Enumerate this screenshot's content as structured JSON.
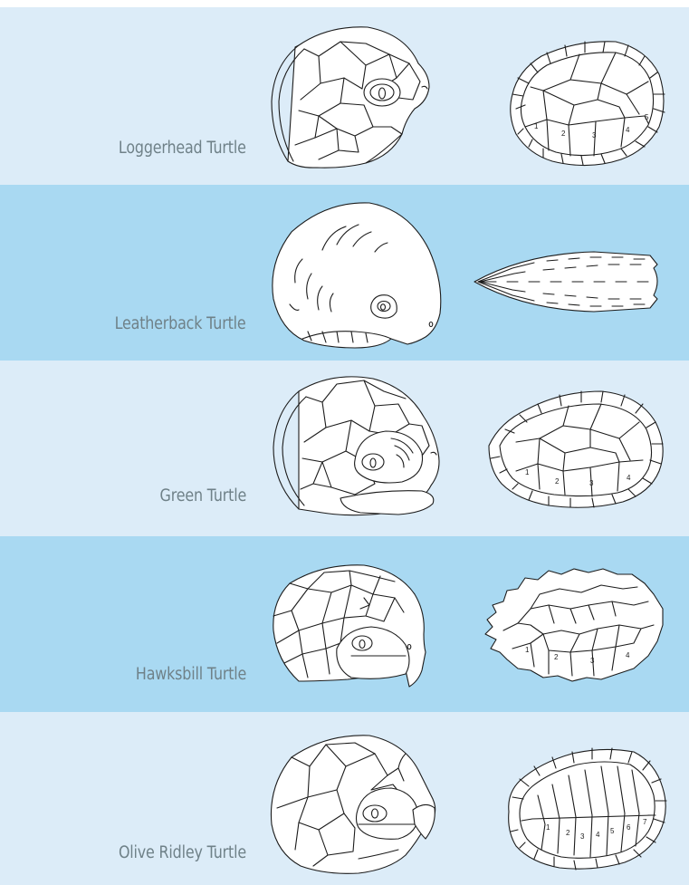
{
  "figure": {
    "rows": [
      {
        "name": "Loggerhead Turtle",
        "scute_labels": [
          "1",
          "2",
          "3",
          "4",
          "5"
        ]
      },
      {
        "name": "Leatherback Turtle",
        "scute_labels": []
      },
      {
        "name": "Green Turtle",
        "scute_labels": [
          "1",
          "2",
          "3",
          "4"
        ]
      },
      {
        "name": "Hawksbill Turtle",
        "scute_labels": [
          "1",
          "2",
          "3",
          "4"
        ]
      },
      {
        "name": "Olive Ridley Turtle",
        "scute_labels": [
          "1",
          "2",
          "3",
          "4",
          "5",
          "6",
          "7"
        ]
      }
    ]
  },
  "colors": {
    "light_band": "#dcecf8",
    "dark_band": "#a9d9f2",
    "label": "#6f8188",
    "line": "#1c1c1c"
  }
}
